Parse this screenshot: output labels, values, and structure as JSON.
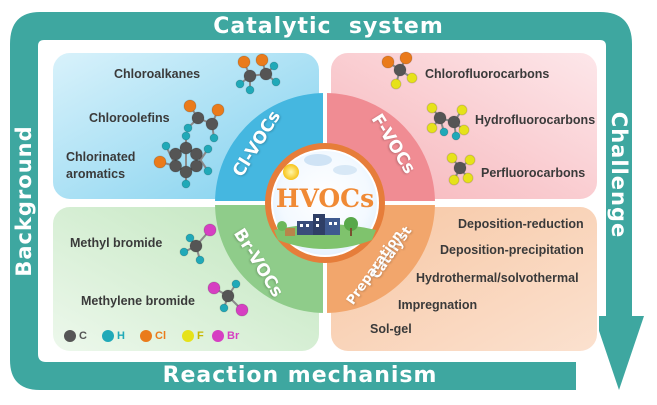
{
  "frame": {
    "top": "Catalytic  system",
    "left": "Background",
    "right": "Challenge",
    "bottom": "Reaction mechanism",
    "colors": {
      "frame": "#3ea7a0",
      "arrow": "#5fb6ad"
    }
  },
  "center": {
    "title": "HVOCs"
  },
  "quadrants": {
    "cl": {
      "label": "Cl-VOCs",
      "color": "#45b7e0",
      "items": [
        "Chloroalkanes",
        "Chloroolefins",
        "Chlorinated",
        "aromatics"
      ]
    },
    "f": {
      "label": "F-VOCs",
      "color": "#f08c93",
      "items": [
        "Chlorofluorocarbons",
        "Hydrofluorocarbons",
        "Perfluorocarbons"
      ]
    },
    "br": {
      "label": "Br-VOCs",
      "color": "#8fcc8a",
      "items": [
        "Methyl bromide",
        "Methylene bromide"
      ]
    },
    "prep": {
      "label_line1": "Catalyst",
      "label_line2": "Preparation",
      "color": "#f2a66c",
      "items": [
        "Deposition-reduction",
        "Deposition-precipitation",
        "Hydrothermal/solvothermal",
        "Impregnation",
        "Sol-gel"
      ]
    }
  },
  "legend": [
    {
      "symbol": "C",
      "color": "#555555"
    },
    {
      "symbol": "H",
      "color": "#20a9b8"
    },
    {
      "symbol": "Cl",
      "color": "#ea7b1b"
    },
    {
      "symbol": "F",
      "color": "#e6e21a"
    },
    {
      "symbol": "Br",
      "color": "#d63fc2"
    }
  ]
}
